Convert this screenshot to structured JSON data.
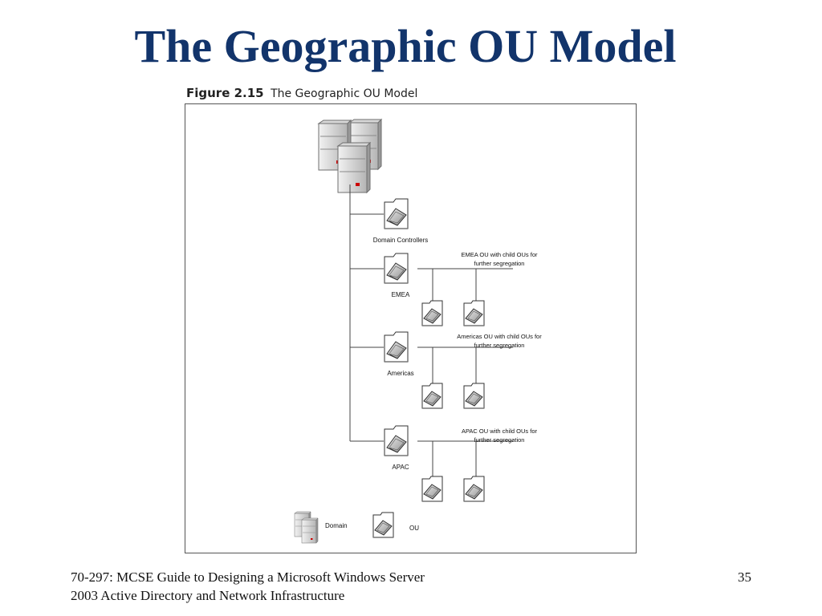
{
  "slide": {
    "title": "The Geographic OU Model",
    "slide_number": "35",
    "footer_line1": "70-297: MCSE Guide to Designing a Microsoft Windows Server",
    "footer_line2": "2003 Active Directory and Network Infrastructure"
  },
  "figure": {
    "caption_number": "Figure 2.15",
    "caption_title": "The Geographic OU Model",
    "ous": {
      "domain_controllers": "Domain Controllers",
      "emea": "EMEA",
      "americas": "Americas",
      "apac": "APAC"
    },
    "notes": {
      "emea": "EMEA OU with child OUs for further segregation",
      "americas": "Americas OU with child OUs for further segregation",
      "apac": "APAC OU with child OUs for further segregation"
    },
    "legend": {
      "domain": "Domain",
      "ou": "OU"
    }
  },
  "colors": {
    "title": "#12346b",
    "server_light": "#e4e4e4",
    "server_dark": "#a8a8a8",
    "led": "#cc0000"
  }
}
